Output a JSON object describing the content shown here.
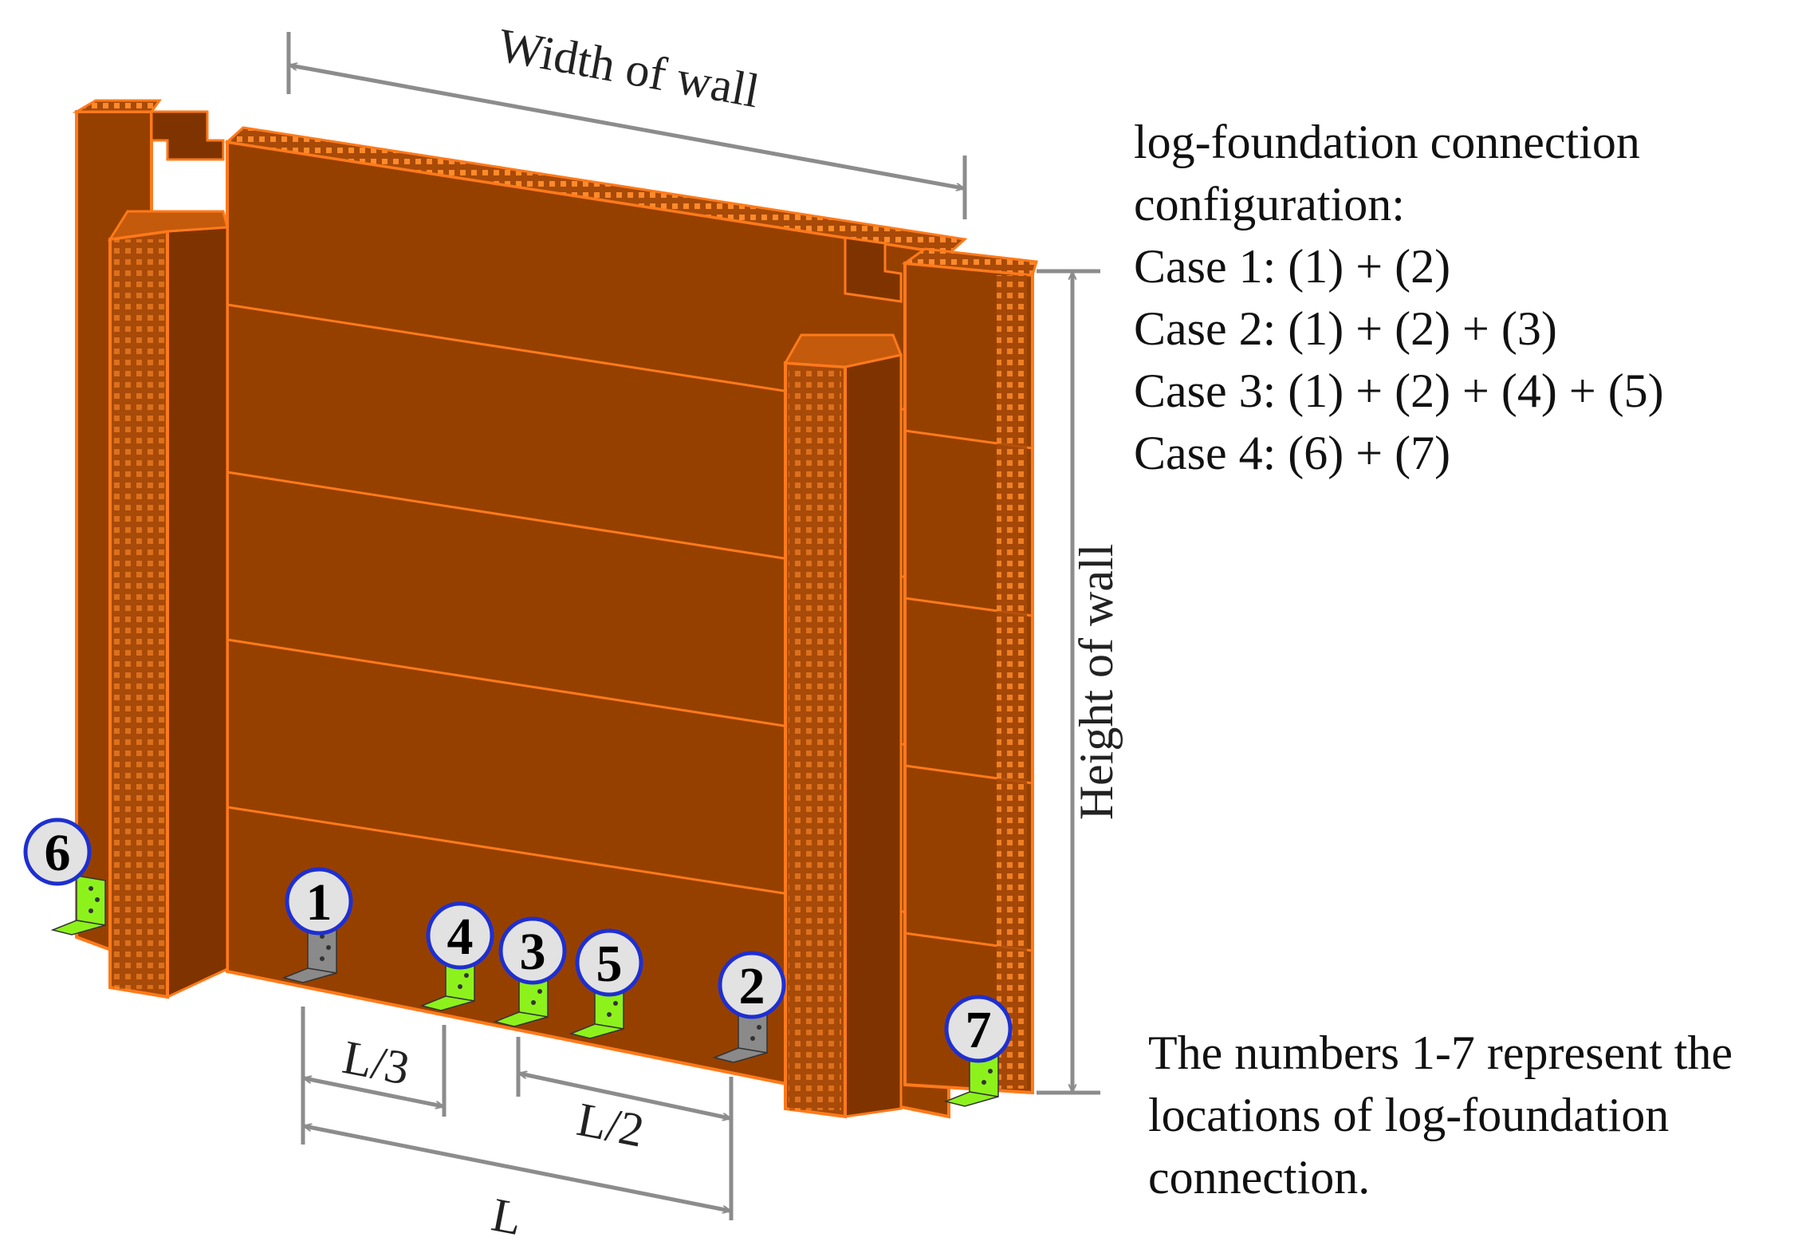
{
  "dimensions": {
    "width_label": "Width of wall",
    "height_label": "Height of wall",
    "l3_label": "L/3",
    "l2_label": "L/2",
    "l_label": "L"
  },
  "legend": {
    "title_line1": "log-foundation connection",
    "title_line2": "configuration:",
    "cases": [
      "Case 1: (1) + (2)",
      "Case 2: (1) + (2) + (3)",
      "Case 3: (1) + (2) + (4) + (5)",
      "Case 4: (6) + (7)"
    ]
  },
  "note": {
    "line1": "The numbers 1-7 represent the",
    "line2": "locations of log-foundation",
    "line3": "connection."
  },
  "markers": [
    {
      "label": "1",
      "bracket": "gray"
    },
    {
      "label": "2",
      "bracket": "gray"
    },
    {
      "label": "3",
      "bracket": "green"
    },
    {
      "label": "4",
      "bracket": "green"
    },
    {
      "label": "5",
      "bracket": "green"
    },
    {
      "label": "6",
      "bracket": "green"
    },
    {
      "label": "7",
      "bracket": "green"
    }
  ],
  "colors": {
    "wall_face": "#964000",
    "wall_side": "#7f3400",
    "wall_edge": "#ff7a1a",
    "marker_fill": "#e2e2e2",
    "marker_stroke": "#1e2fd0",
    "bracket_green": "#8df21c",
    "bracket_gray": "#8a8a8a",
    "dimension_line": "#8c8c8c"
  }
}
